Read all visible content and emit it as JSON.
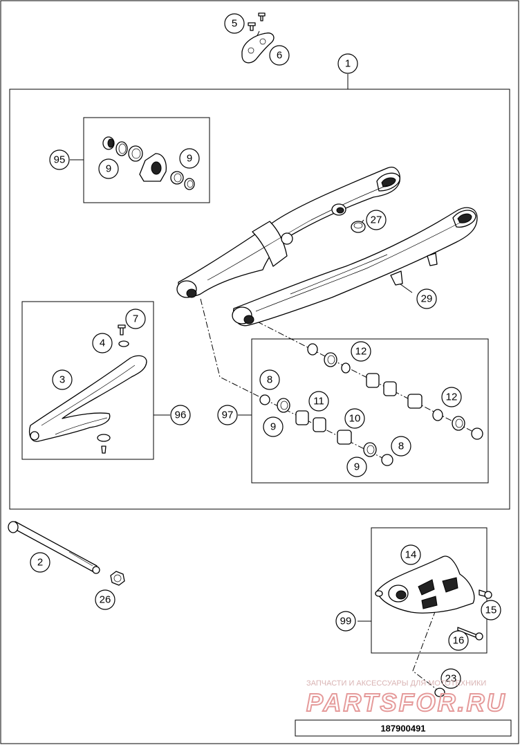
{
  "callouts": [
    {
      "id": "c1",
      "label": "1"
    },
    {
      "id": "c2",
      "label": "2"
    },
    {
      "id": "c3",
      "label": "3"
    },
    {
      "id": "c4",
      "label": "4"
    },
    {
      "id": "c5",
      "label": "5"
    },
    {
      "id": "c6",
      "label": "6"
    },
    {
      "id": "c7",
      "label": "7"
    },
    {
      "id": "c8a",
      "label": "8"
    },
    {
      "id": "c8b",
      "label": "8"
    },
    {
      "id": "c9a",
      "label": "9"
    },
    {
      "id": "c9b",
      "label": "9"
    },
    {
      "id": "c9c",
      "label": "9"
    },
    {
      "id": "c9d",
      "label": "9"
    },
    {
      "id": "c10",
      "label": "10"
    },
    {
      "id": "c11",
      "label": "11"
    },
    {
      "id": "c12a",
      "label": "12"
    },
    {
      "id": "c12b",
      "label": "12"
    },
    {
      "id": "c14",
      "label": "14"
    },
    {
      "id": "c15",
      "label": "15"
    },
    {
      "id": "c16",
      "label": "16"
    },
    {
      "id": "c23",
      "label": "23"
    },
    {
      "id": "c26",
      "label": "26"
    },
    {
      "id": "c27",
      "label": "27"
    },
    {
      "id": "c29",
      "label": "29"
    },
    {
      "id": "c95",
      "label": "95"
    },
    {
      "id": "c96",
      "label": "96"
    },
    {
      "id": "c97",
      "label": "97"
    },
    {
      "id": "c99",
      "label": "99"
    }
  ],
  "reference_number": "187900491",
  "watermark": {
    "caption": "ЗАПЧАСТИ И АКСЕССУАРЫ ДЛЯ МОТОТЕХНИКИ",
    "logo": "PARTSFOR.RU"
  }
}
